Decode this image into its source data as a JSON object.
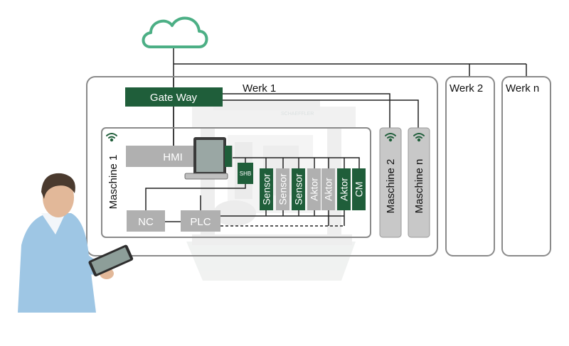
{
  "cloud": {
    "icon": "cloud-icon",
    "color": "#4caf85"
  },
  "plants": [
    {
      "id": "werk1",
      "label": "Werk 1"
    },
    {
      "id": "werk2",
      "label": "Werk 2"
    },
    {
      "id": "werkn",
      "label": "Werk n"
    }
  ],
  "gateway": {
    "label": "Gate Way"
  },
  "machines": [
    {
      "id": "maschine1",
      "label": "Maschine 1"
    },
    {
      "id": "maschine2",
      "label": "Maschine 2"
    },
    {
      "id": "maschinen",
      "label": "Maschine n"
    }
  ],
  "components": {
    "hmi": "HMI",
    "nc": "NC",
    "plc": "PLC",
    "shb": "SHB"
  },
  "devices": [
    {
      "label": "Sensor",
      "style": "green"
    },
    {
      "label": "Sensor",
      "style": "gray"
    },
    {
      "label": "Sensor",
      "style": "green"
    },
    {
      "label": "Aktor",
      "style": "gray"
    },
    {
      "label": "Aktor",
      "style": "gray"
    },
    {
      "label": "Aktor",
      "style": "green"
    },
    {
      "label": "CM",
      "style": "green"
    }
  ],
  "colors": {
    "dark_green": "#1f5e3a",
    "gray_box": "#b0b0b0",
    "light_gray": "#c8c8c8",
    "line": "#222222",
    "cloud_green": "#4caf85",
    "frame": "#8a8a8a"
  },
  "icons": [
    "wifi-icon",
    "tablet-icon",
    "person-with-tablet-figure",
    "machine-background-image"
  ]
}
